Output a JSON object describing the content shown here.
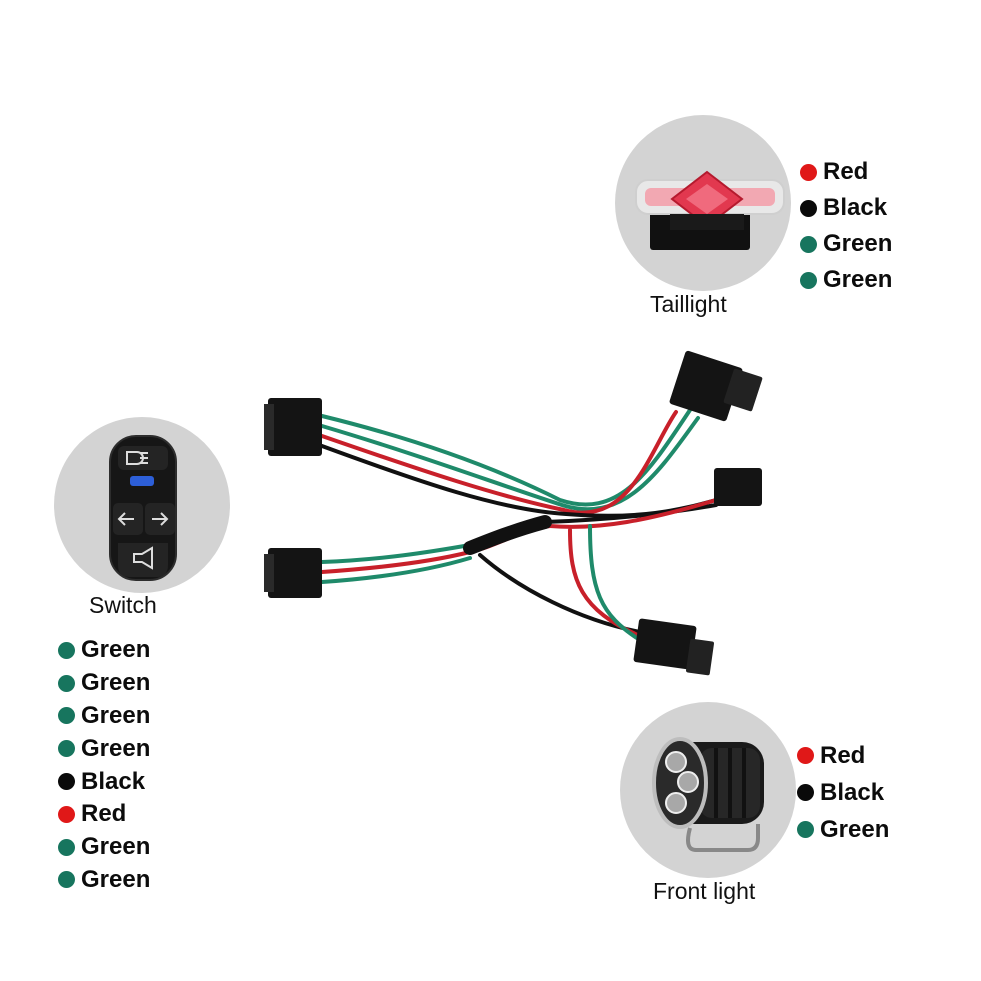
{
  "components": {
    "taillight": {
      "label": "Taillight",
      "wires": [
        {
          "label": "Red",
          "color": "#e01818"
        },
        {
          "label": "Black",
          "color": "#0a0a0a"
        },
        {
          "label": "Green",
          "color": "#17755e"
        },
        {
          "label": "Green",
          "color": "#17755e"
        }
      ]
    },
    "switch": {
      "label": "Switch",
      "wires": [
        {
          "label": "Green",
          "color": "#17755e"
        },
        {
          "label": "Green",
          "color": "#17755e"
        },
        {
          "label": "Green",
          "color": "#17755e"
        },
        {
          "label": "Green",
          "color": "#17755e"
        },
        {
          "label": "Black",
          "color": "#0a0a0a"
        },
        {
          "label": "Red",
          "color": "#e01818"
        },
        {
          "label": "Green",
          "color": "#17755e"
        },
        {
          "label": "Green",
          "color": "#17755e"
        }
      ]
    },
    "front_light": {
      "label": "Front light",
      "wires": [
        {
          "label": "Red",
          "color": "#e01818"
        },
        {
          "label": "Black",
          "color": "#0a0a0a"
        },
        {
          "label": "Green",
          "color": "#17755e"
        }
      ]
    }
  },
  "colors": {
    "circle_background": "#d3d3d3",
    "wire_green": "#1f8a6a",
    "wire_red": "#c8202a",
    "wire_black": "#111111",
    "connector": "#141414",
    "taillight_lens": "#e2384f"
  },
  "icons": {
    "switch_buttons": [
      "headlight-icon",
      "mode-button-icon",
      "left-arrow-icon",
      "right-arrow-icon",
      "horn-icon"
    ],
    "taillight": "taillight-icon",
    "front_light": "front-light-icon"
  }
}
